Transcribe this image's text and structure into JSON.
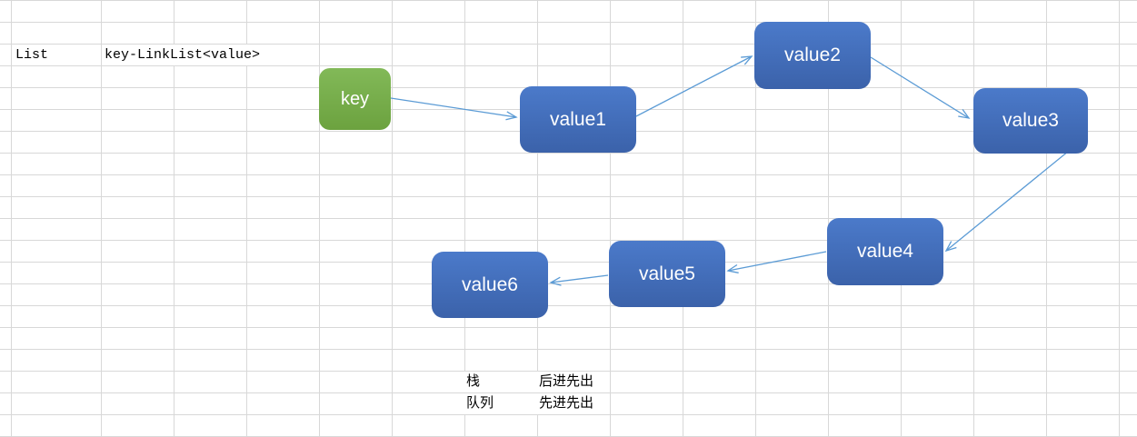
{
  "colors": {
    "background": "#ffffff",
    "grid": "#d8d8d8",
    "cell-text": "#000000",
    "node-text": "#ffffff",
    "node-blue-top": "#4b7aca",
    "node-blue-bottom": "#3b62aa",
    "node-green-top": "#82b958",
    "node-green-bottom": "#6ca23f",
    "arrow": "#5b9bd5"
  },
  "cells": {
    "list": "List",
    "linklist": "key-LinkList<value>",
    "stack": "栈",
    "stack_rule": "后进先出",
    "queue": "队列",
    "queue_rule": "先进先出"
  },
  "diagram": {
    "nodes": {
      "key": {
        "label": "key",
        "type": "key"
      },
      "value1": {
        "label": "value1",
        "type": "value"
      },
      "value2": {
        "label": "value2",
        "type": "value"
      },
      "value3": {
        "label": "value3",
        "type": "value"
      },
      "value4": {
        "label": "value4",
        "type": "value"
      },
      "value5": {
        "label": "value5",
        "type": "value"
      },
      "value6": {
        "label": "value6",
        "type": "value"
      }
    },
    "edges": [
      {
        "from": "key",
        "to": "value1"
      },
      {
        "from": "value1",
        "to": "value2"
      },
      {
        "from": "value2",
        "to": "value3"
      },
      {
        "from": "value3",
        "to": "value4"
      },
      {
        "from": "value4",
        "to": "value5"
      },
      {
        "from": "value5",
        "to": "value6"
      }
    ]
  }
}
